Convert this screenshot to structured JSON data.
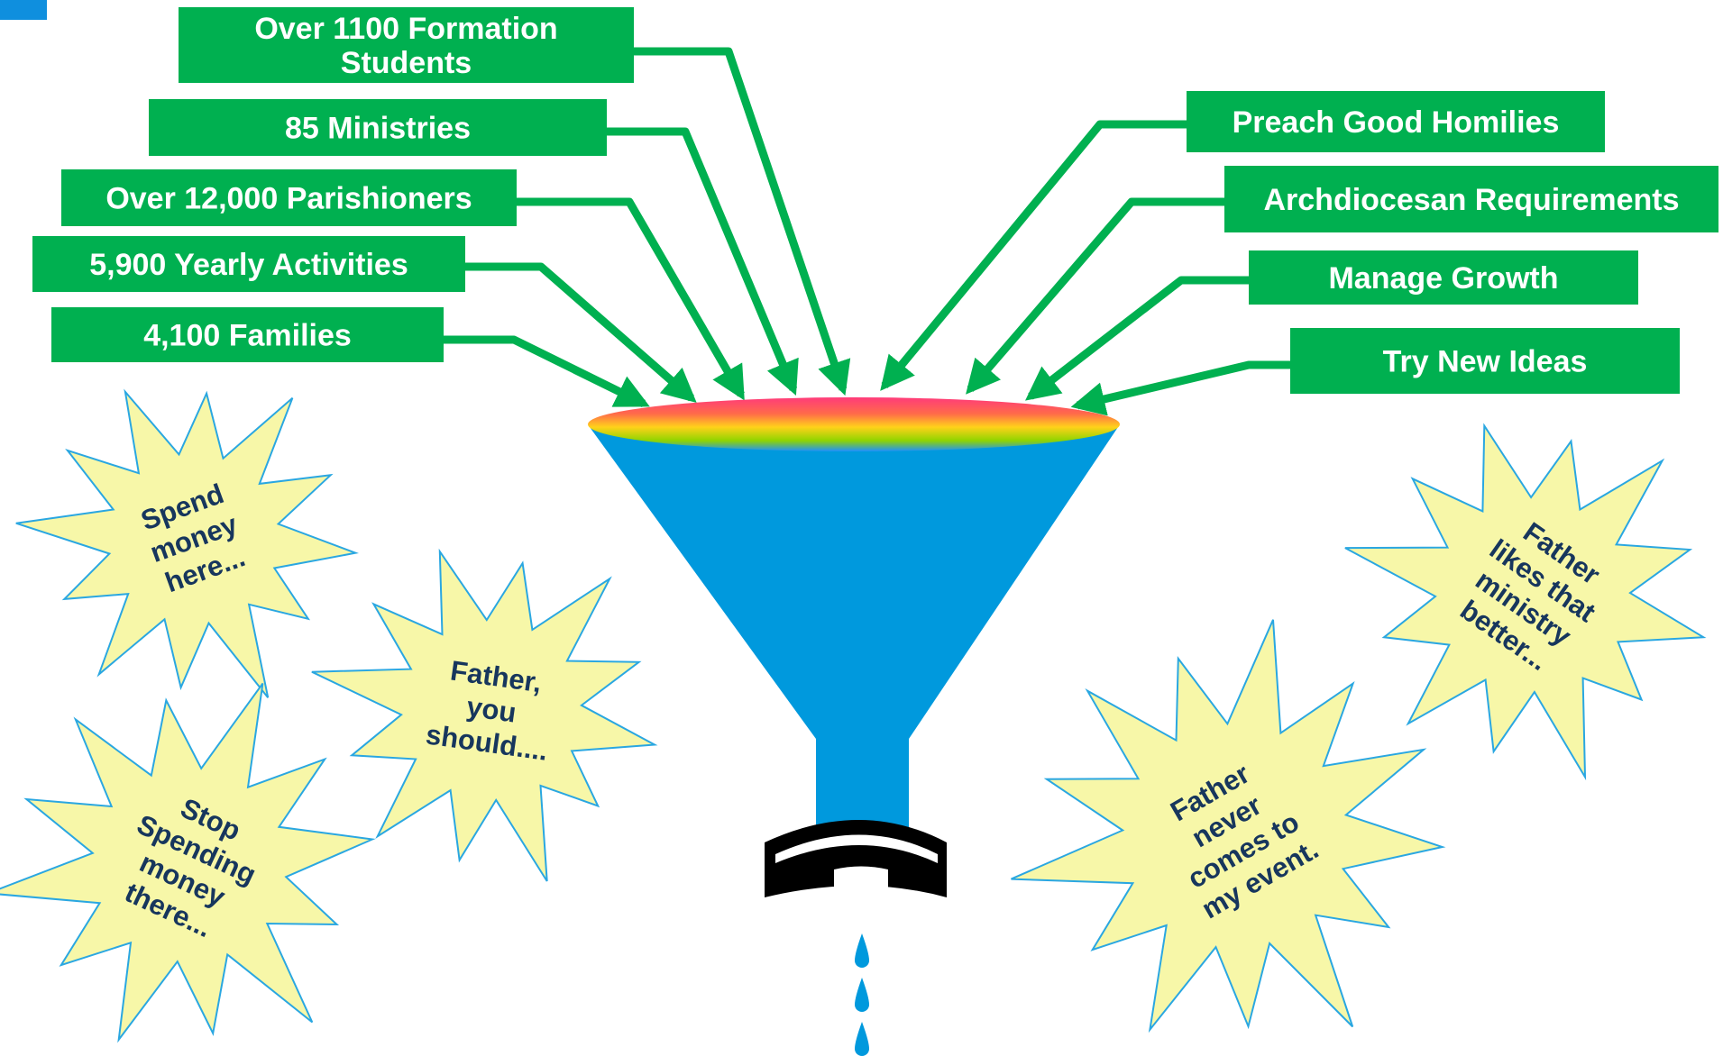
{
  "colors": {
    "label_fill": "#00b050",
    "label_text": "#ffffff",
    "arrow": "#00b050",
    "funnel": "#0099dd",
    "burst_fill": "#f7f7a8",
    "burst_stroke": "#2aa7e1",
    "burst_text": "#17365d",
    "corner_square": "#0f8fde"
  },
  "inputs_left": [
    {
      "lines": [
        "Over 1100 Formation",
        "Students"
      ]
    },
    {
      "lines": [
        "85 Ministries"
      ]
    },
    {
      "lines": [
        "Over 12,000 Parishioners"
      ]
    },
    {
      "lines": [
        "5,900 Yearly Activities"
      ]
    },
    {
      "lines": [
        "4,100 Families"
      ]
    }
  ],
  "inputs_right": [
    {
      "lines": [
        "Preach Good Homilies"
      ]
    },
    {
      "lines": [
        "Archdiocesan Requirements"
      ]
    },
    {
      "lines": [
        "Manage Growth"
      ]
    },
    {
      "lines": [
        "Try New Ideas"
      ]
    }
  ],
  "bursts": [
    {
      "lines": [
        "Spend",
        "money",
        "here..."
      ]
    },
    {
      "lines": [
        "Father,",
        "you",
        "should...."
      ]
    },
    {
      "lines": [
        "Stop",
        "Spending",
        "money",
        "there..."
      ]
    },
    {
      "lines": [
        "Father",
        "never",
        "comes to",
        "my event."
      ]
    },
    {
      "lines": [
        "Father",
        "likes that",
        "ministry",
        "better..."
      ]
    }
  ],
  "icons": {
    "funnel": "funnel-icon",
    "collar": "clerical-collar-icon",
    "drops": "water-drop-icon"
  }
}
